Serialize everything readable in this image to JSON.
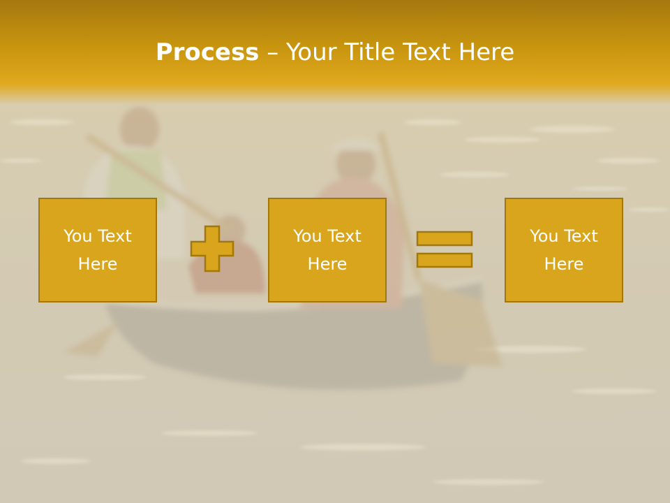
{
  "slide": {
    "title_bold": "Process",
    "title_rest": " – Your Title Text Here",
    "boxes": [
      {
        "line1": "You Text",
        "line2": "Here"
      },
      {
        "line1": "You Text",
        "line2": "Here"
      },
      {
        "line1": "You Text",
        "line2": "Here"
      }
    ],
    "operators": [
      "plus-icon",
      "equals-icon"
    ],
    "background": "washed-out photo of people paddling a canoe on sunlit water"
  },
  "colors": {
    "title_band": "#c8950f",
    "box_fill": "#d9a51c",
    "box_border": "#a2770b",
    "text": "#ffffff",
    "background": "#c9c0ac"
  }
}
